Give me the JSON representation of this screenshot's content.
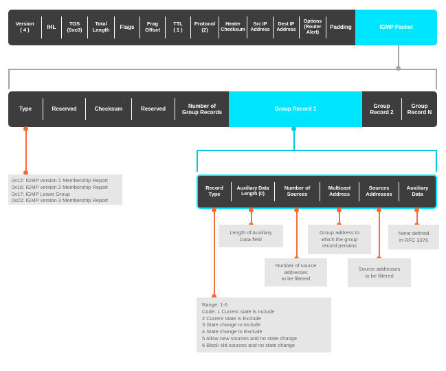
{
  "ip_header": {
    "fields": [
      {
        "label": "Version\n( 4 )"
      },
      {
        "label": "IHL"
      },
      {
        "label": "TOS\n(0xc0)"
      },
      {
        "label": "Total\nLength"
      },
      {
        "label": "Flags"
      },
      {
        "label": "Frag\nOffset"
      },
      {
        "label": "TTL\n( 1 )"
      },
      {
        "label": "Protocol\n(2)"
      },
      {
        "label": "Heater\nChecksum"
      },
      {
        "label": "Src IP\nAddress"
      },
      {
        "label": "Dest IP\nAddress"
      },
      {
        "label": "Options\n(Router\nAlert)"
      },
      {
        "label": "Padding"
      }
    ],
    "igmp_packet_label": "IGMP Packet"
  },
  "igmp_message": {
    "fields": [
      {
        "label": "Type"
      },
      {
        "label": "Reserved"
      },
      {
        "label": "Checksum"
      },
      {
        "label": "Reserved"
      },
      {
        "label": "Number of\nGroup Records"
      },
      {
        "label": "Group Record 1"
      },
      {
        "label": "Group\nRecord 2"
      },
      {
        "label": "Group\nRecord N"
      }
    ]
  },
  "type_note": "0x12:  IGMP version 1 Membership Report\n0x16:  IGMP version 2 Membership Report\n0x17:  IGMP Leave Group\n0x22:  IGMP version 3 Membership Report",
  "group_record": {
    "fields": [
      {
        "label": "Record\nType"
      },
      {
        "label": "Auxiliary Data\nLength (0)"
      },
      {
        "label": "Number of\nSources"
      },
      {
        "label": "Multicast\nAddress"
      },
      {
        "label": "Sources\nAddresses"
      },
      {
        "label": "Auxiliary\nData"
      }
    ]
  },
  "notes": {
    "aux_len": "Length of Auxiliary\nData field",
    "num_sources": "Number of source\naddresses\nto be filtered",
    "group_addr": "Group address to\nwhich the group\nrecord pertains",
    "source_addrs": "Source addresses\nto be filtered",
    "aux_data": "None defined\nin RFC 3376",
    "record_type": "Range: 1-6\nCode:  1 Current state is Include\n            2 Current state is Exclude\n            3 State change to Include\n            4 State change to Exclude\n            5 Allow new sources and no state change\n            6 Block old sources and no state change"
  },
  "colors": {
    "dark": "#3d3d3d",
    "cyan": "#00e5ff",
    "orange": "#f26b3a",
    "gray_line": "#a6a6a6",
    "note_bg": "#e6e6e6"
  }
}
